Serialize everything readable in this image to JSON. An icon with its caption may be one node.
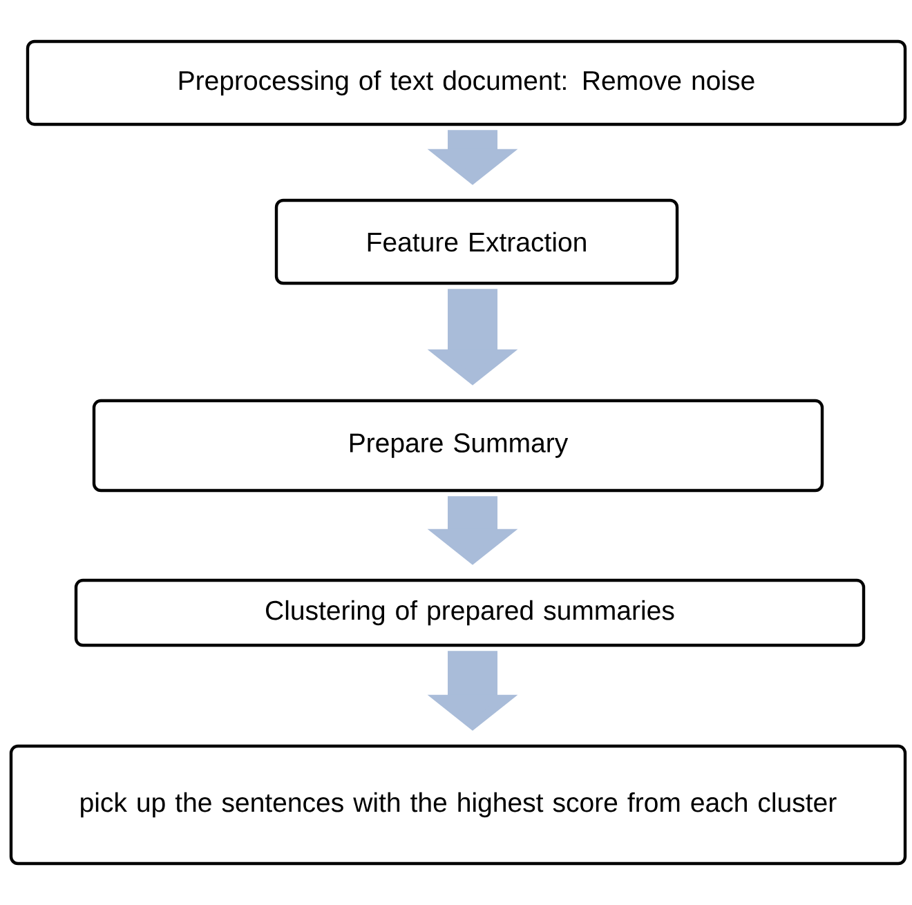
{
  "diagram": {
    "nodes": [
      {
        "text": [
          "Preprocessing  of text document: Remove noise"
        ]
      },
      {
        "text": [
          "Feature Extraction"
        ]
      },
      {
        "text": [
          "Prepare Summary"
        ]
      },
      {
        "text": [
          "Clustering of prepared summaries"
        ]
      },
      {
        "text": [
          "pick up the sentences with the highest score from each cluster"
        ]
      }
    ],
    "edges": [
      {
        "from": 0,
        "to": 1,
        "arrow": "to"
      },
      {
        "from": 1,
        "to": 2,
        "arrow": "to"
      },
      {
        "from": 2,
        "to": 3,
        "arrow": "to"
      },
      {
        "from": 3,
        "to": 4,
        "arrow": "to"
      }
    ]
  }
}
